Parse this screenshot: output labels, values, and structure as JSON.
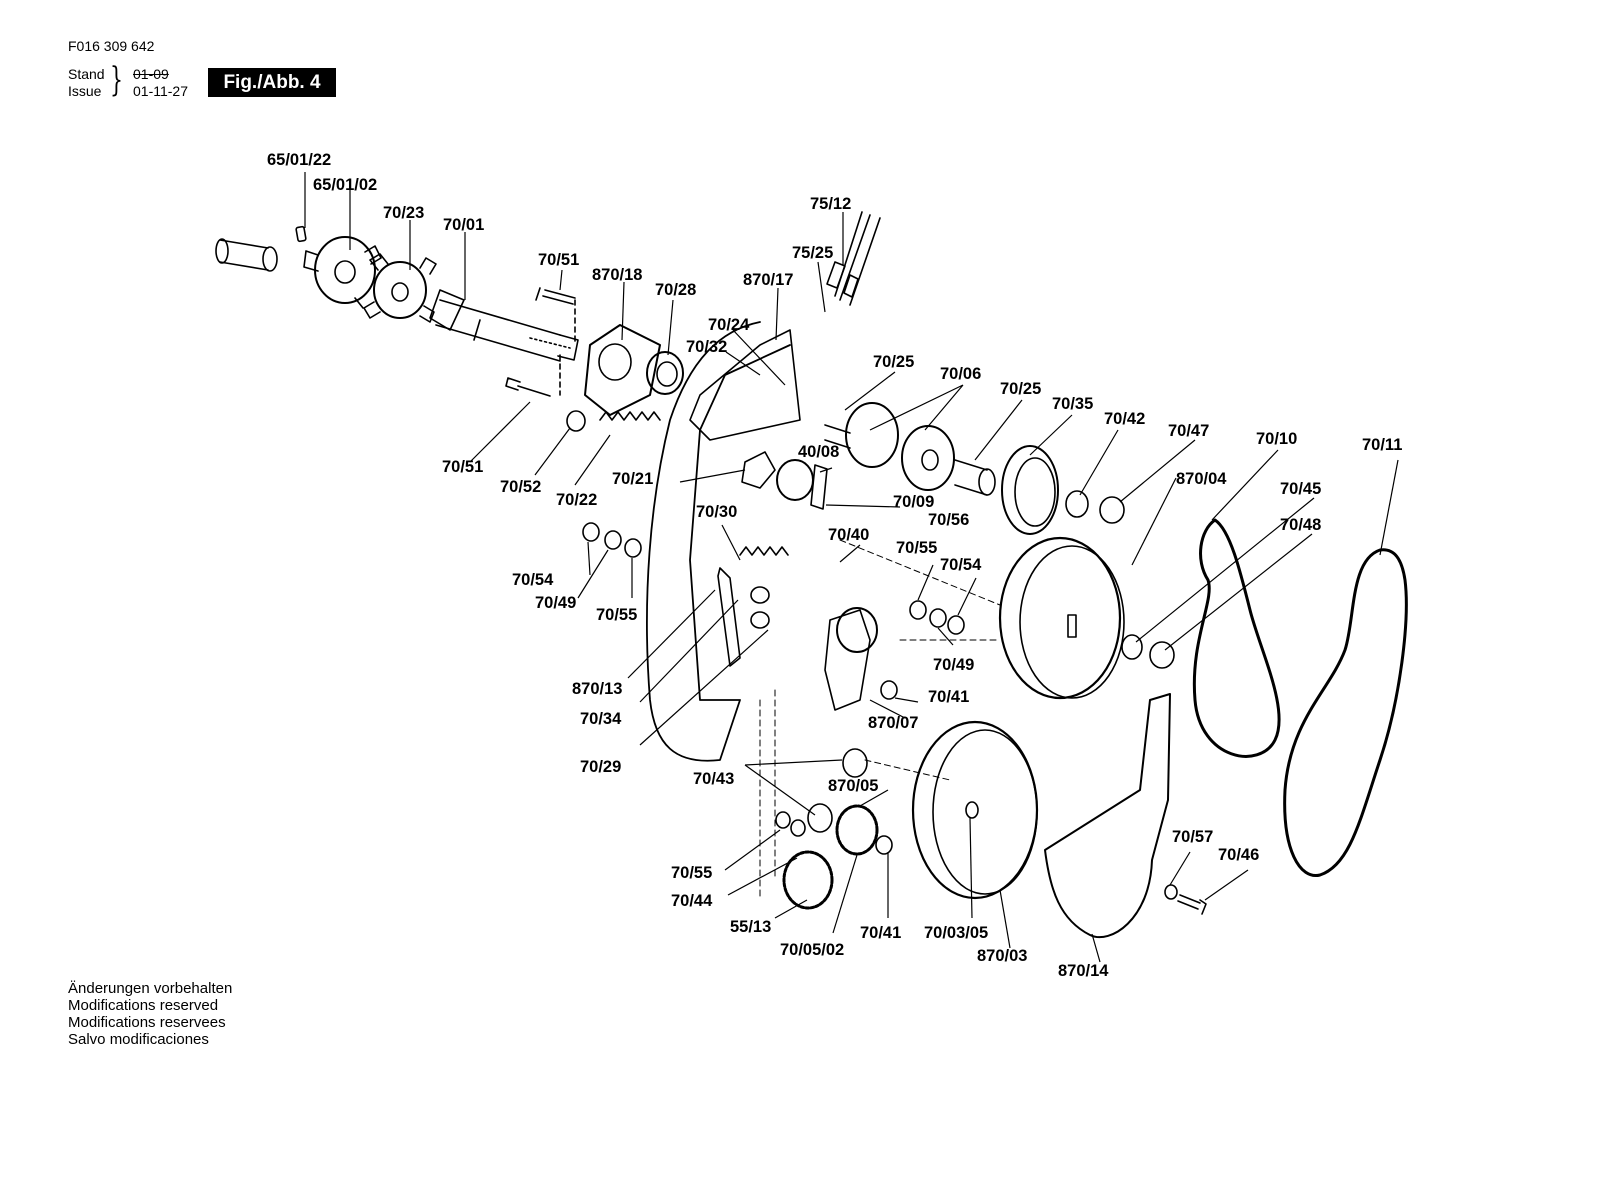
{
  "header": {
    "doc_number": "F016 309 642",
    "stand_label": "Stand",
    "issue_label": "Issue",
    "stand_old": "01-09",
    "issue_date": "01-11-27",
    "figure_badge": "Fig./Abb. 4"
  },
  "footer": {
    "notes": [
      "Änderungen vorbehalten",
      "Modifications reserved",
      "Modifications reservees",
      "Salvo modificaciones"
    ]
  },
  "callouts": {
    "c01": "65/01/22",
    "c02": "65/01/02",
    "c03": "70/23",
    "c04": "70/01",
    "c05": "70/51",
    "c06": "870/18",
    "c07": "70/28",
    "c08": "870/17",
    "c09": "75/12",
    "c10": "75/25",
    "c11": "70/24",
    "c12": "70/32",
    "c13": "70/25",
    "c14": "70/06",
    "c15": "70/25",
    "c16": "70/35",
    "c17": "70/42",
    "c18": "70/47",
    "c19": "70/10",
    "c20": "70/11",
    "c21": "70/51",
    "c22": "70/52",
    "c23": "70/22",
    "c24": "70/21",
    "c25": "40/08",
    "c26": "70/09",
    "c27": "70/56",
    "c28": "870/04",
    "c29": "70/45",
    "c30": "70/48",
    "c31": "70/30",
    "c32": "70/40",
    "c33": "70/55",
    "c34": "70/54",
    "c35": "70/54",
    "c36": "70/49",
    "c37": "70/55",
    "c38": "70/49",
    "c39": "870/13",
    "c40": "70/41",
    "c41": "70/34",
    "c42": "870/07",
    "c43": "70/29",
    "c44": "70/43",
    "c45": "870/05",
    "c46": "70/57",
    "c47": "70/46",
    "c48": "70/55",
    "c49": "70/44",
    "c50": "55/13",
    "c51": "70/41",
    "c52": "70/03/05",
    "c53": "70/05/02",
    "c54": "870/03",
    "c55": "870/14"
  }
}
